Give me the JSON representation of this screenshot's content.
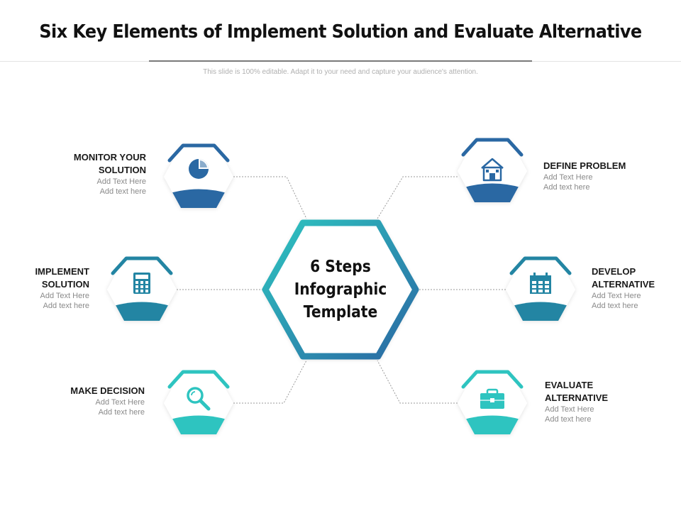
{
  "title": "Six Key Elements of Implement Solution and Evaluate Alternative",
  "subtitle": "This slide is 100% editable. Adapt it to your need and capture your audience's attention.",
  "center": {
    "text": "6 Steps\nInfographic\nTemplate"
  },
  "colors": {
    "dark_blue": "#2a68a3",
    "mid_blue": "#2385a3",
    "teal": "#2ec4c0",
    "connector": "#9a9a9a"
  },
  "steps": [
    {
      "title": "MONITOR YOUR\nSOLUTION",
      "desc": "Add Text Here\nAdd text here",
      "icon": "pie-chart-icon",
      "color": "#2a68a3"
    },
    {
      "title": "IMPLEMENT\nSOLUTION",
      "desc": "Add Text Here\nAdd text here",
      "icon": "calculator-icon",
      "color": "#2385a3"
    },
    {
      "title": "MAKE DECISION",
      "desc": "Add Text Here\nAdd text here",
      "icon": "magnifier-icon",
      "color": "#2ec4c0"
    },
    {
      "title": "DEFINE PROBLEM",
      "desc": "Add Text Here\nAdd text here",
      "icon": "house-icon",
      "color": "#2a68a3"
    },
    {
      "title": "DEVELOP\nALTERNATIVE",
      "desc": "Add Text Here\nAdd text here",
      "icon": "calendar-icon",
      "color": "#2385a3"
    },
    {
      "title": "EVALUATE\nALTERNATIVE",
      "desc": "Add Text Here\nAdd text here",
      "icon": "briefcase-icon",
      "color": "#2ec4c0"
    }
  ]
}
